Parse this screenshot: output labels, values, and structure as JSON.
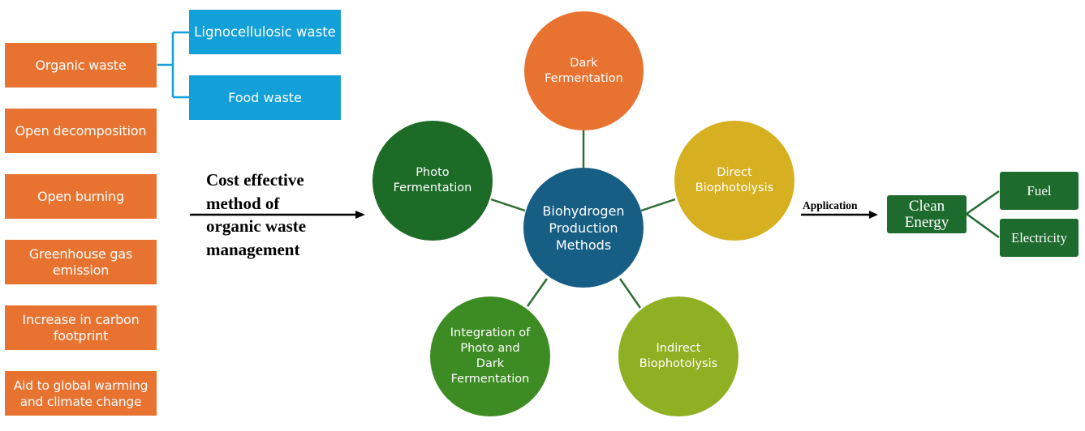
{
  "left_column": {
    "issues": [
      {
        "label": "Organic waste"
      },
      {
        "label": "Open decomposition"
      },
      {
        "label": "Open burning"
      },
      {
        "label": "Greenhouse gas emission"
      },
      {
        "label": "Increase in carbon footprint"
      },
      {
        "label": "Aid to global warming and climate change"
      }
    ],
    "waste_types": [
      {
        "label": "Lignocellulosic waste"
      },
      {
        "label": "Food waste"
      }
    ]
  },
  "arrow_label": {
    "lines": [
      "Cost effective",
      "method of",
      "organic waste",
      "management"
    ]
  },
  "hub": {
    "center": {
      "label_lines": [
        "Biohydrogen",
        "Production",
        "Methods"
      ],
      "color": "#175e85"
    },
    "methods": [
      {
        "label_lines": [
          "Dark",
          "Fermentation"
        ],
        "color": "#e8722f"
      },
      {
        "label_lines": [
          "Photo",
          "Fermentation"
        ],
        "color": "#1c6b27"
      },
      {
        "label_lines": [
          "Direct",
          "Biophotolysis"
        ],
        "color": "#d7b021"
      },
      {
        "label_lines": [
          "Integration of",
          "Photo and",
          "Dark",
          "Fermentation"
        ],
        "color": "#3d8b23"
      },
      {
        "label_lines": [
          "Indirect",
          "Biophotolysis"
        ],
        "color": "#8fb022"
      }
    ],
    "connector_color": "#2f6f37"
  },
  "application": {
    "arrow_label": "Application",
    "target": {
      "label_lines": [
        "Clean",
        "Energy"
      ]
    },
    "outputs": [
      {
        "label": "Fuel"
      },
      {
        "label": "Electricity"
      }
    ]
  },
  "colors": {
    "orange": "#e8722f",
    "blue": "#139fd8",
    "dark_green": "#1e6b2e"
  }
}
